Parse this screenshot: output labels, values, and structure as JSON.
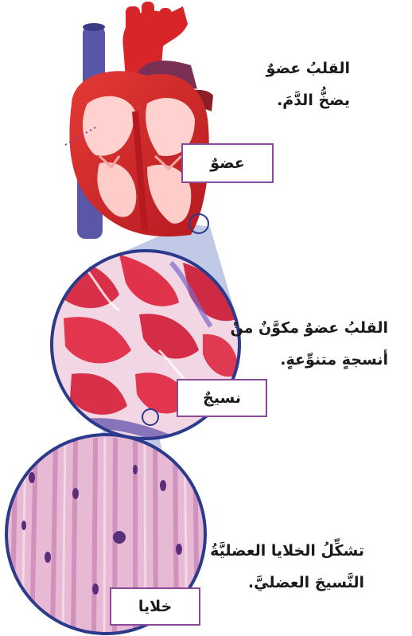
{
  "captions": {
    "heart": {
      "line1": "القلبُ عضوٌ",
      "line2": "يضخُّ الدَّمَ."
    },
    "tissue": {
      "line1": "القلبُ عضوٌ مكوَّنٌ منْ",
      "line2": "أنسجةٍ متنوِّعةٍ."
    },
    "cells": {
      "line1": "تشكِّلُ الخلايا العضليَّةُ",
      "line2": "النَّسيجَ العضليَّ."
    }
  },
  "labels": {
    "organ": "عضوٌ",
    "tissue": "نسيجٌ",
    "cells": "خلايا"
  },
  "colors": {
    "label_border": "#8a4a9a",
    "zoom_cone": "#b9c3e3",
    "circle_border": "#2c3a8c",
    "heart_red": "#d8252a",
    "vessel_blue": "#5a56a8"
  }
}
